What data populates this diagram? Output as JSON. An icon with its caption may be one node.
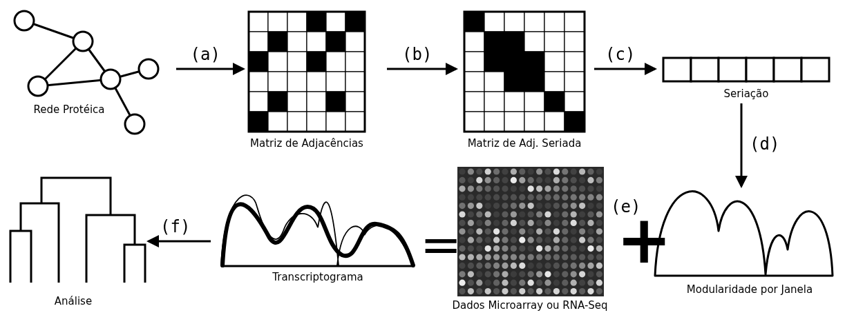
{
  "diagram": {
    "nodes": [
      {
        "text": [
          "Rede Protéica"
        ]
      },
      {
        "text": [
          "Matriz de Adjacências"
        ]
      },
      {
        "text": [
          "Matriz de Adj. Seriada"
        ]
      },
      {
        "text": [
          "Seriação"
        ]
      },
      {
        "text": [
          "Modularidade por Janela"
        ]
      },
      {
        "text": [
          "Dados Microarray ou RNA-Seq"
        ]
      },
      {
        "text": [
          "Transcriptograma"
        ]
      },
      {
        "text": [
          "Análise"
        ]
      }
    ],
    "edges": [
      {
        "from": 0,
        "to": 1,
        "arrow": "to",
        "label": "(a)"
      },
      {
        "from": 1,
        "to": 2,
        "arrow": "to",
        "label": "(b)"
      },
      {
        "from": 2,
        "to": 3,
        "arrow": "to",
        "label": "(c)"
      },
      {
        "from": 3,
        "to": 4,
        "arrow": "to",
        "label": "(d)"
      },
      {
        "from": 6,
        "to": 7,
        "arrow": "to",
        "label": "(f)"
      }
    ],
    "labels": [
      "=",
      "(e)",
      "+"
    ]
  }
}
